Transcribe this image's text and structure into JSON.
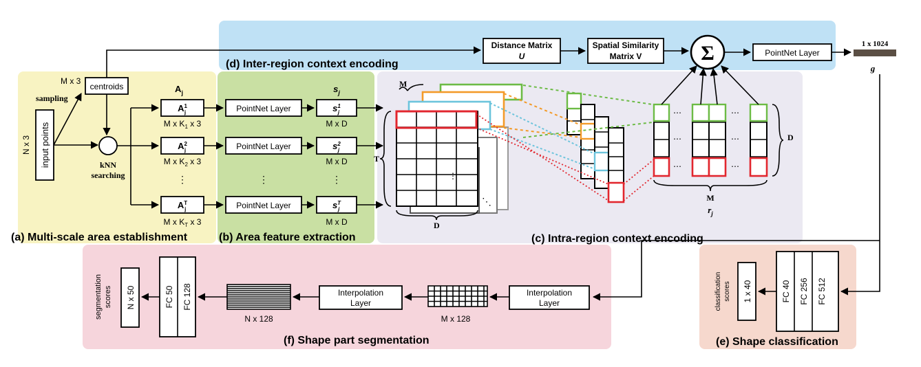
{
  "colors": {
    "panel_a": "#f8f3c2",
    "panel_b": "#c9e0a3",
    "panel_c": "#ebe9f2",
    "panel_d": "#bfe1f5",
    "panel_f": "#f6d5dc",
    "panel_e": "#f6d8cd",
    "green": "#6cbb45",
    "orange": "#f39a28",
    "cyan": "#6cc4dc",
    "red": "#e2262e",
    "g_bar": "#5b4f44"
  },
  "captions": {
    "a": "(a) Multi-scale area establishment",
    "b": "(b) Area feature extraction",
    "c": "(c) Intra-region context encoding",
    "d": "(d) Inter-region context encoding",
    "e": "(e) Shape classification",
    "f": "(f) Shape part segmentation"
  },
  "panel_a": {
    "input_label": "input points",
    "n3": "N x 3",
    "sampling": "sampling",
    "m3": "M x 3",
    "centroids": "centroids",
    "knn_1": "kNN",
    "knn_2": "searching",
    "aj": "A",
    "aj_sub": "j",
    "dots": "⋮",
    "rows": [
      {
        "label": "A",
        "sup": "1",
        "sub": "j",
        "size": "M x K",
        "size_sub": "1",
        "size_tail": " x 3"
      },
      {
        "label": "A",
        "sup": "2",
        "sub": "j",
        "size": "M x K",
        "size_sub": "2",
        "size_tail": " x 3"
      },
      {
        "label": "A",
        "sup": "T",
        "sub": "j",
        "size": "M x K",
        "size_sub": "T",
        "size_tail": " x 3"
      }
    ]
  },
  "panel_b": {
    "pointnet": "PointNet Layer",
    "sj": "s",
    "sj_sub": "j",
    "dots": "⋮",
    "rows": [
      {
        "label": "s",
        "sup": "1",
        "sub": "j",
        "size": "M x D"
      },
      {
        "label": "s",
        "sup": "2",
        "sub": "j",
        "size": "M x D"
      },
      {
        "label": "s",
        "sup": "T",
        "sub": "j",
        "size": "M x D"
      }
    ]
  },
  "panel_c": {
    "m": "M",
    "t": "T",
    "d_bottom": "D",
    "d_right": "D",
    "m_bottom": "M",
    "rj": "r",
    "rj_sub": "j",
    "hdots": "⋯",
    "vdots": "⋮",
    "ddots": "⋱"
  },
  "panel_d": {
    "distance_1": "Distance Matrix",
    "distance_2": "U",
    "spatial_1": "Spatial Similarity",
    "spatial_2": "Matrix V",
    "sigma": "Σ",
    "pointnet": "PointNet Layer",
    "g_size": "1 x 1024",
    "g": "g"
  },
  "panel_f": {
    "interp_a_1": "Interpolation",
    "interp_a_2": "Layer",
    "interp_b_1": "Interpolation",
    "interp_b_2": "Layer",
    "m128": "M x 128",
    "n128": "N x 128",
    "fc50": "FC 50",
    "fc128": "FC 128",
    "n50": "N x 50",
    "scores_1": "segmentation",
    "scores_2": "scores"
  },
  "panel_e": {
    "fc40": "FC 40",
    "fc256": "FC 256",
    "fc512": "FC 512",
    "c140": "1 x 40",
    "scores_1": "classification",
    "scores_2": "scores"
  }
}
